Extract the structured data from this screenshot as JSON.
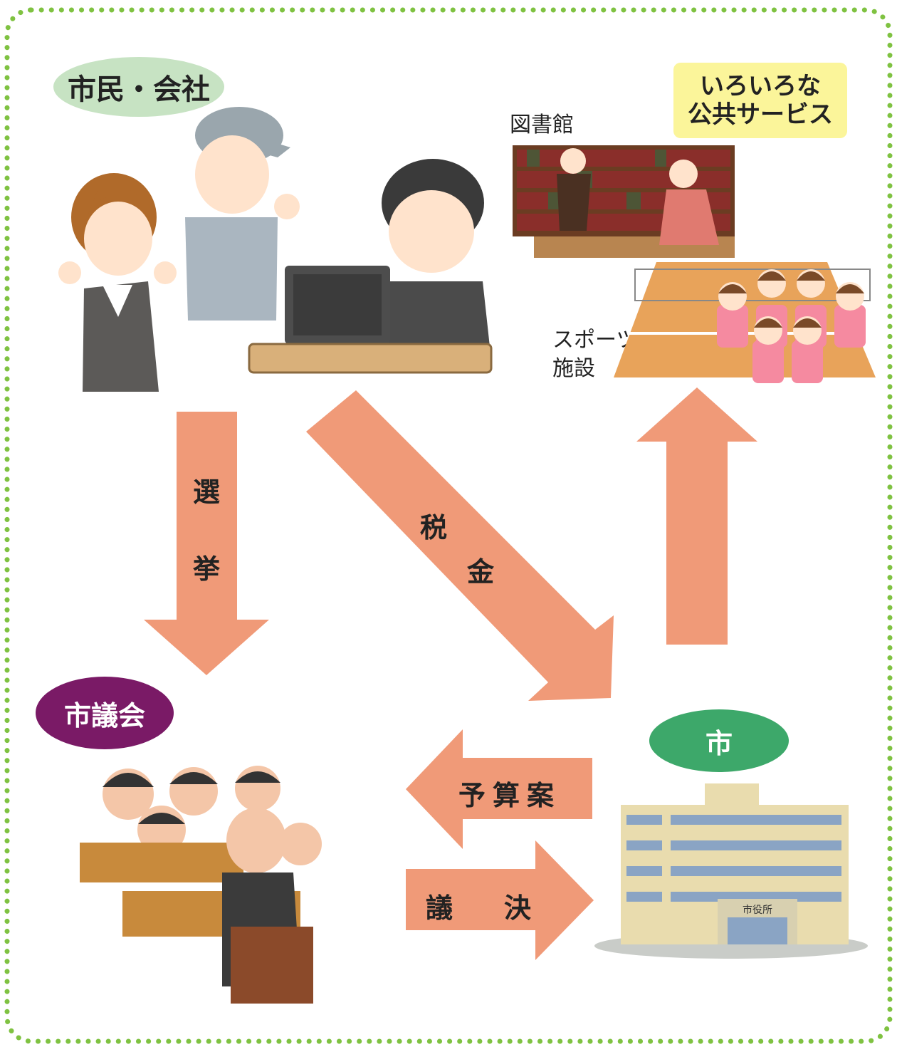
{
  "labels": {
    "citizens": "市民・会社",
    "council": "市議会",
    "city": "市",
    "services_line1": "いろいろな",
    "services_line2": "公共サービス",
    "library": "図書館",
    "sports_line1": "スポーツ",
    "sports_line2": "施設",
    "city_hall_sign": "市役所"
  },
  "arrows": {
    "election_1": "選",
    "election_2": "挙",
    "tax_1": "税",
    "tax_2": "金",
    "budget": "予算案",
    "resolution_1": "議",
    "resolution_2": "決"
  },
  "colors": {
    "arrow": "#f09a78",
    "frame": "#7fc241",
    "citizens_pill": "#c7e3c3",
    "council_pill": "#7a1a66",
    "city_pill": "#3da86a",
    "services_box": "#fbf59a"
  }
}
